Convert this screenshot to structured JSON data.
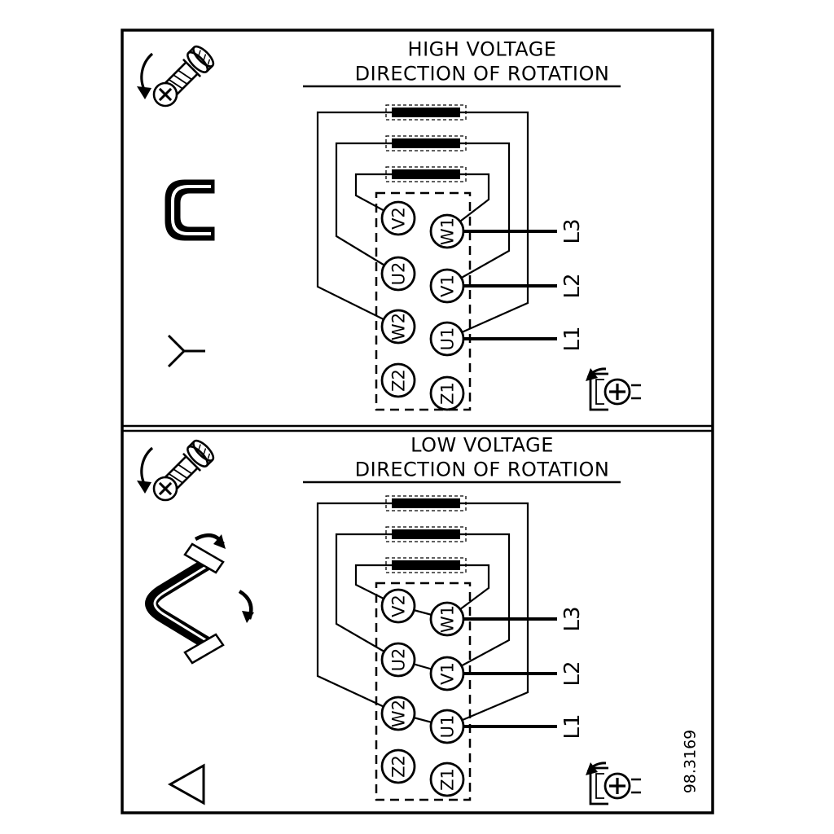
{
  "figure_number": "98.3169",
  "colors": {
    "ink": "#000000",
    "paper": "#ffffff"
  },
  "panels": [
    {
      "title_line1": "HIGH VOLTAGE",
      "title_line2": "DIRECTION OF ROTATION",
      "connection": "star",
      "corner_icon": "screw-rotation-icon",
      "jumper_icon": "jumper-bar-icon",
      "connection_icon": "star-symbol-icon",
      "rotation_icon": "shaft-rotation-icon",
      "terminals": {
        "left": [
          "V2",
          "U2",
          "W2",
          "Z2"
        ],
        "right": [
          "W1",
          "V1",
          "U1",
          "Z1"
        ]
      },
      "supply_lines": [
        "L3",
        "L2",
        "L1"
      ]
    },
    {
      "title_line1": "LOW VOLTAGE",
      "title_line2": "DIRECTION OF ROTATION",
      "connection": "delta",
      "corner_icon": "screw-rotation-icon",
      "jumper_icon": "jumper-bars-moving-icon",
      "connection_icon": "delta-symbol-icon",
      "rotation_icon": "shaft-rotation-icon",
      "terminals": {
        "left": [
          "V2",
          "U2",
          "W2",
          "Z2"
        ],
        "right": [
          "W1",
          "V1",
          "U1",
          "Z1"
        ]
      },
      "supply_lines": [
        "L3",
        "L2",
        "L1"
      ]
    }
  ]
}
